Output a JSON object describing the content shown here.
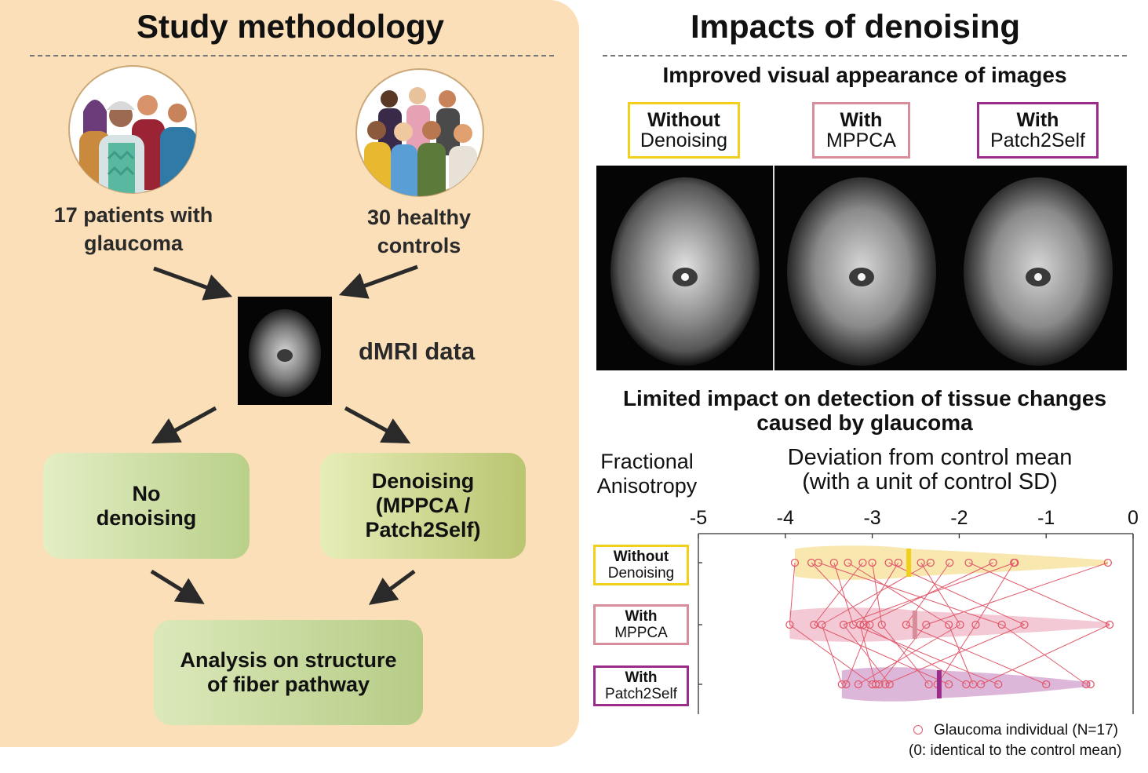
{
  "left": {
    "title": "Study methodology",
    "patients_line1": "17 patients with",
    "patients_line2": "glaucoma",
    "controls_line1": "30 healthy",
    "controls_line2": "controls",
    "dmri_label": "dMRI data",
    "no_denoising": "No\ndenoising",
    "denoising": "Denoising\n(MPPCA /\nPatch2Self)",
    "analysis": "Analysis on structure\nof fiber pathway"
  },
  "right": {
    "title": "Impacts of denoising",
    "subtitle1": "Improved visual appearance of images",
    "subtitle2_line1": "Limited impact on detection of tissue changes",
    "subtitle2_line2": "caused by glaucoma",
    "methods": [
      {
        "bold": "Without",
        "normal": "Denoising",
        "color": "#f2cf1a"
      },
      {
        "bold": "With",
        "normal": "MPPCA",
        "color": "#d88d9a"
      },
      {
        "bold": "With",
        "normal": "Patch2Self",
        "color": "#9a2d8a"
      }
    ]
  },
  "chart_data": {
    "type": "scatter",
    "ylabel_line1": "Fractional",
    "ylabel_line2": "Anisotropy",
    "xlabel_line1": "Deviation from control mean",
    "xlabel_line2": "(with a unit of control SD)",
    "xlim": [
      -5,
      0
    ],
    "xticks": [
      "-5",
      "-4",
      "-3",
      "-2",
      "-1",
      "0"
    ],
    "tick_values": [
      -5,
      -4,
      -3,
      -2,
      -1,
      0
    ],
    "categories": [
      {
        "bold": "Without",
        "normal": "Denoising"
      },
      {
        "bold": "With",
        "normal": "MPPCA"
      },
      {
        "bold": "With",
        "normal": "Patch2Self"
      }
    ],
    "series": [
      {
        "values": [
          -3.89,
          -3.7,
          -3.62,
          -3.44,
          -3.28,
          -3.11,
          -3.0,
          -2.81,
          -2.7,
          -2.44,
          -2.33,
          -2.11,
          -1.89,
          -1.61,
          -1.37,
          -1.36,
          -0.29
        ],
        "mean": -2.58,
        "color": "#f2cf1a",
        "fill": "#f7e3a0"
      },
      {
        "values": [
          -3.95,
          -3.67,
          -3.58,
          -3.33,
          -3.22,
          -3.14,
          -3.1,
          -3.03,
          -2.89,
          -2.61,
          -2.38,
          -2.12,
          -1.99,
          -1.81,
          -1.51,
          -1.25,
          -0.27
        ],
        "mean": -2.51,
        "color": "#d88d9a",
        "fill": "#f0c0cc"
      },
      {
        "values": [
          -3.35,
          -3.3,
          -3.16,
          -3.0,
          -2.96,
          -2.92,
          -2.85,
          -2.8,
          -2.35,
          -2.25,
          -2.12,
          -1.92,
          -1.84,
          -1.75,
          -1.55,
          -1.0,
          -0.54,
          -0.49
        ],
        "mean": -2.23,
        "color": "#9a2d8a",
        "fill": "#d7aad2"
      }
    ],
    "legend": "Glaucoma individual (N=17)",
    "note": "(0: identical to the control mean)",
    "marker_color": "#e05a6c"
  }
}
